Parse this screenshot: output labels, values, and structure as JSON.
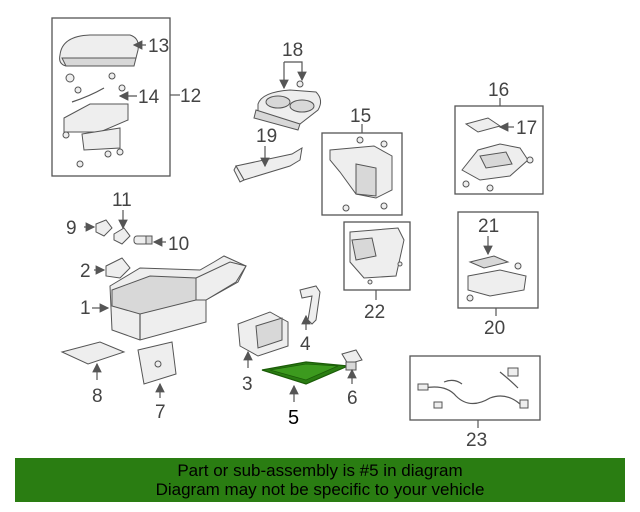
{
  "callouts": {
    "c1": "1",
    "c2": "2",
    "c3": "3",
    "c4": "4",
    "c5": "5",
    "c6": "6",
    "c7": "7",
    "c8": "8",
    "c9": "9",
    "c10": "10",
    "c11": "11",
    "c12": "12",
    "c13": "13",
    "c14": "14",
    "c15": "15",
    "c16": "16",
    "c17": "17",
    "c18": "18",
    "c19": "19",
    "c20": "20",
    "c21": "21",
    "c22": "22",
    "c23": "23"
  },
  "banner": {
    "line1": "Part or sub-assembly is #5 in diagram",
    "line2": "Diagram may not be specific to your vehicle",
    "color": "#2a7d12"
  },
  "highlight_part": "5"
}
